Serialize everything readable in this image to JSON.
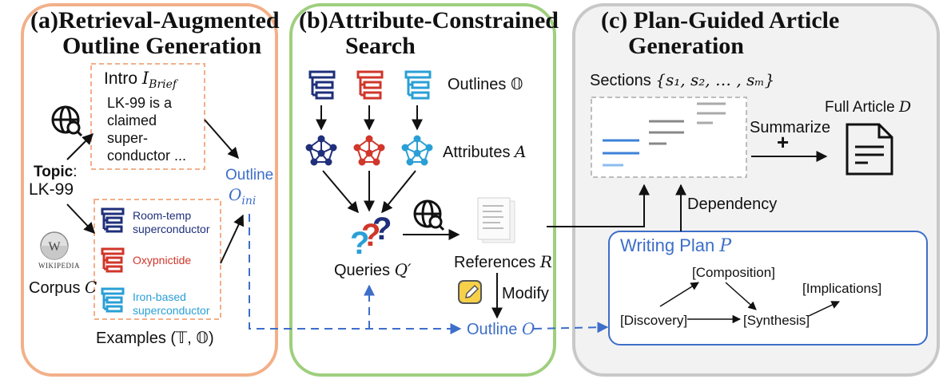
{
  "panel_a": {
    "title_line1": "(a)Retrieval-Augmented",
    "title_line2": "Outline Generation",
    "intro_label": "Intro",
    "intro_symbol": "I",
    "intro_subscript": "Brief",
    "intro_text_lines": [
      "LK-99 is a",
      "claimed",
      "super-",
      "conductor ..."
    ],
    "topic_label": "Topic",
    "topic_colon": ":",
    "topic_value": "LK-99",
    "wiki_word": "Wikipedia",
    "corpus_label": "Corpus",
    "corpus_symbol": "C",
    "examples": [
      {
        "lines": [
          "Room-temp",
          "superconductor"
        ],
        "color": "#1f2f7a"
      },
      {
        "lines": [
          "Oxypnictide"
        ],
        "color": "#d0362a"
      },
      {
        "lines": [
          "Iron-based",
          "superconductor"
        ],
        "color": "#2a9fd6"
      }
    ],
    "examples_label": "Examples (𝕋, 𝕆)",
    "outline_label": "Outline",
    "outline_symbol": "O",
    "outline_subscript": "ini"
  },
  "panel_b": {
    "title_line1": "(b)Attribute-Constrained",
    "title_line2": "Search",
    "outlines_label": "Outlines 𝕆",
    "attributes_label": "Attributes",
    "attributes_symbol": "A",
    "queries_label": "Queries",
    "queries_symbol": "Q′",
    "references_label": "References",
    "references_symbol": "R",
    "modify_label": "Modify",
    "outline_label": "Outline",
    "outline_symbol": "O"
  },
  "panel_c": {
    "title_line1": "(c) Plan-Guided Article",
    "title_line2": "Generation",
    "sections_label": "Sections",
    "sections_set": "{s₁, s₂, … , sₘ}",
    "full_article_label": "Full Article",
    "full_article_symbol": "D",
    "summarize_label": "Summarize",
    "plus": "+",
    "dependency_label": "Dependency",
    "writing_plan_label": "Writing Plan",
    "writing_plan_symbol": "P",
    "plan_nodes": [
      "[Composition]",
      "[Implications]",
      "[Discovery]",
      "[Synthesis]"
    ]
  },
  "colors": {
    "panel_a_border": "#f2b089",
    "panel_b_border": "#9fcf7e",
    "panel_c_border": "#c8c8c8",
    "panel_c_fill": "#f2f2f2",
    "accent_blue": "#3d6ec9",
    "navy": "#1f2f7a",
    "red": "#d0362a",
    "cyan": "#2a9fd6",
    "dashed_orange": "#f2b089"
  },
  "icons": [
    "globe-search-icon",
    "wikipedia-logo-icon",
    "outline-tree-icon",
    "attribute-graph-icon",
    "question-marks-icon",
    "document-stack-icon",
    "edit-pencil-icon",
    "article-document-icon"
  ]
}
